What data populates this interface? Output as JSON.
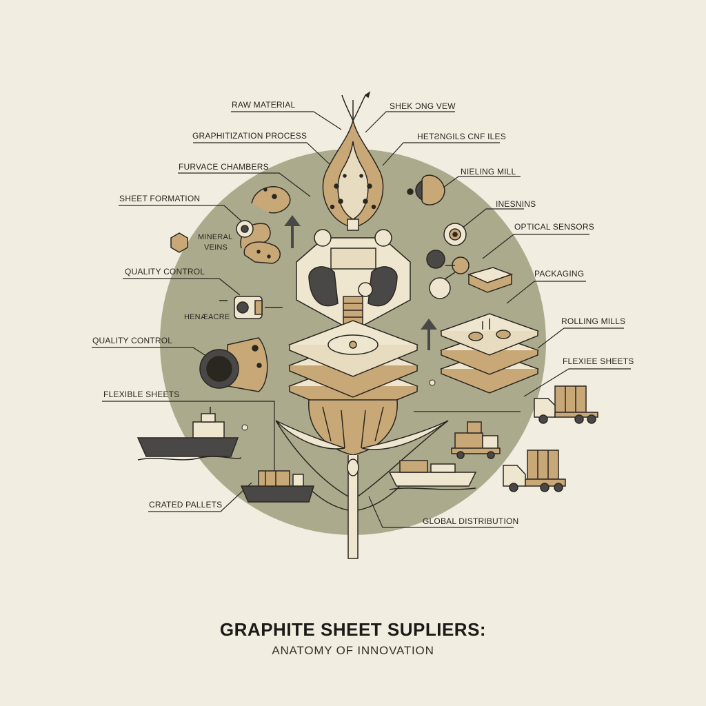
{
  "title": "GRAPHITE SHEET SUPLIERS:",
  "subtitle": "ANATOMY OF INNOVATION",
  "labels": {
    "raw_material": "RAW MATERIAL",
    "shek_view": "SHEK ƆNG VEW",
    "graphitization": "GRAPHITIZATION PROCESS",
    "hetzngils": "HETƧNGILS CNF ILES",
    "furnace": "FURVACE CHAMBERS",
    "nieling_mill": "NIELING MILL",
    "sheet_formation": "SHEET FORMATION",
    "inesnins": "INESNINS",
    "mineral": "MINERAL",
    "veins": "VEINS",
    "optical_sensors": "OPTICAL SENSORS",
    "quality_control_1": "QUALITY CONTROL",
    "packaging": "PACKAGING",
    "henacre": "HENÆACRE",
    "rolling_mills": "ROLLING MILLS",
    "quality_control_2": "QUALITY CONTROL",
    "flexiee_sheets": "FLEXIEE SHEETS",
    "flexible_sheets": "FLEXIBLE SHEETS",
    "crated_pallets": "CRATED PALLETS",
    "global_distribution": "GLOBAL DISTRIBUTION"
  },
  "colors": {
    "background": "#f1ede0",
    "circle": "#a3a283",
    "ink": "#2a2620",
    "tan": "#c9a878",
    "dark": "#4a4846",
    "cream": "#efe6d0"
  }
}
